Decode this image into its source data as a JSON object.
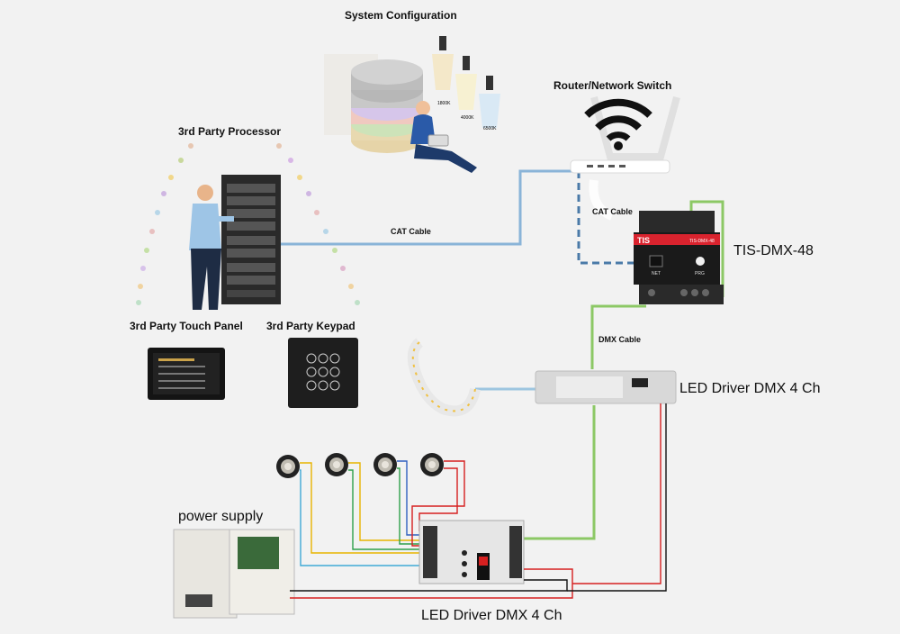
{
  "labels": {
    "system_configuration": "System Configuration",
    "router": "Router/Network Switch",
    "processor": "3rd Party Processor",
    "touch_panel": "3rd Party Touch Panel",
    "keypad": "3rd Party Keypad",
    "cat_cable_main": "CAT Cable",
    "cat_cable_router": "CAT Cable",
    "tis_dmx": "TIS-DMX-48",
    "dmx_cable": "DMX Cable",
    "led_driver_top": "LED Driver DMX 4 Ch",
    "power_supply": "power supply",
    "led_driver_bottom": "LED Driver DMX 4 Ch"
  },
  "color_temps": [
    "1800K",
    "4000K",
    "6500K"
  ],
  "device_text": {
    "brand": "TIS",
    "model": "TIS-DMX-48",
    "net_port": "NET",
    "prg_button": "PRG"
  },
  "colors": {
    "background": "#f2f2f2",
    "cat_cable": "#8ab4d8",
    "cat_cable_dashed": "#4a7aa8",
    "dmx_cable": "#8cc865",
    "wire_red": "#d62020",
    "wire_black": "#111111",
    "wire_blue": "#3060c0",
    "wire_green": "#2ea04a",
    "wire_yellow": "#e8b400",
    "tis_red": "#d9232e"
  }
}
